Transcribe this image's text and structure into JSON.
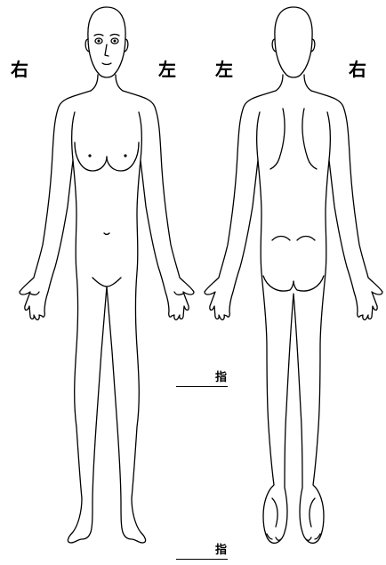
{
  "labels": {
    "front_right": "右",
    "front_left": "左",
    "back_left": "左",
    "back_right": "右",
    "finger_top": "指",
    "finger_bottom": "指"
  }
}
